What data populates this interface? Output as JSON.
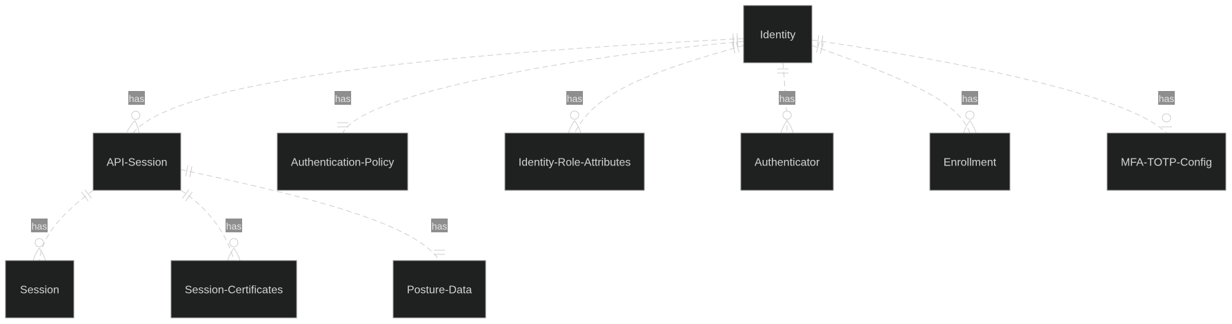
{
  "diagram": {
    "type": "entity-relationship",
    "entities": [
      {
        "id": "identity",
        "label": "Identity"
      },
      {
        "id": "api-session",
        "label": "API-Session"
      },
      {
        "id": "authentication-policy",
        "label": "Authentication-Policy"
      },
      {
        "id": "identity-role-attributes",
        "label": "Identity-Role-Attributes"
      },
      {
        "id": "authenticator",
        "label": "Authenticator"
      },
      {
        "id": "enrollment",
        "label": "Enrollment"
      },
      {
        "id": "mfa-totp-config",
        "label": "MFA-TOTP-Config"
      },
      {
        "id": "session",
        "label": "Session"
      },
      {
        "id": "session-certificates",
        "label": "Session-Certificates"
      },
      {
        "id": "posture-data",
        "label": "Posture-Data"
      }
    ],
    "relationships": [
      {
        "from": "identity",
        "to": "api-session",
        "label": "has",
        "from_card": "exactly-one",
        "to_card": "zero-or-more"
      },
      {
        "from": "identity",
        "to": "authentication-policy",
        "label": "has",
        "from_card": "exactly-one",
        "to_card": "exactly-one"
      },
      {
        "from": "identity",
        "to": "identity-role-attributes",
        "label": "has",
        "from_card": "exactly-one",
        "to_card": "zero-or-more"
      },
      {
        "from": "identity",
        "to": "authenticator",
        "label": "has",
        "from_card": "exactly-one",
        "to_card": "zero-or-more"
      },
      {
        "from": "identity",
        "to": "enrollment",
        "label": "has",
        "from_card": "exactly-one",
        "to_card": "zero-or-more"
      },
      {
        "from": "identity",
        "to": "mfa-totp-config",
        "label": "has",
        "from_card": "exactly-one",
        "to_card": "zero-or-one"
      },
      {
        "from": "api-session",
        "to": "session",
        "label": "has",
        "from_card": "exactly-one",
        "to_card": "zero-or-more"
      },
      {
        "from": "api-session",
        "to": "session-certificates",
        "label": "has",
        "from_card": "exactly-one",
        "to_card": "zero-or-more"
      },
      {
        "from": "api-session",
        "to": "posture-data",
        "label": "has",
        "from_card": "exactly-one",
        "to_card": "exactly-one"
      }
    ],
    "colors": {
      "entity_fill": "#1f2020",
      "entity_text": "#d3d3d3",
      "line": "#cccccc",
      "label_bg": "#8e8e8e"
    }
  }
}
